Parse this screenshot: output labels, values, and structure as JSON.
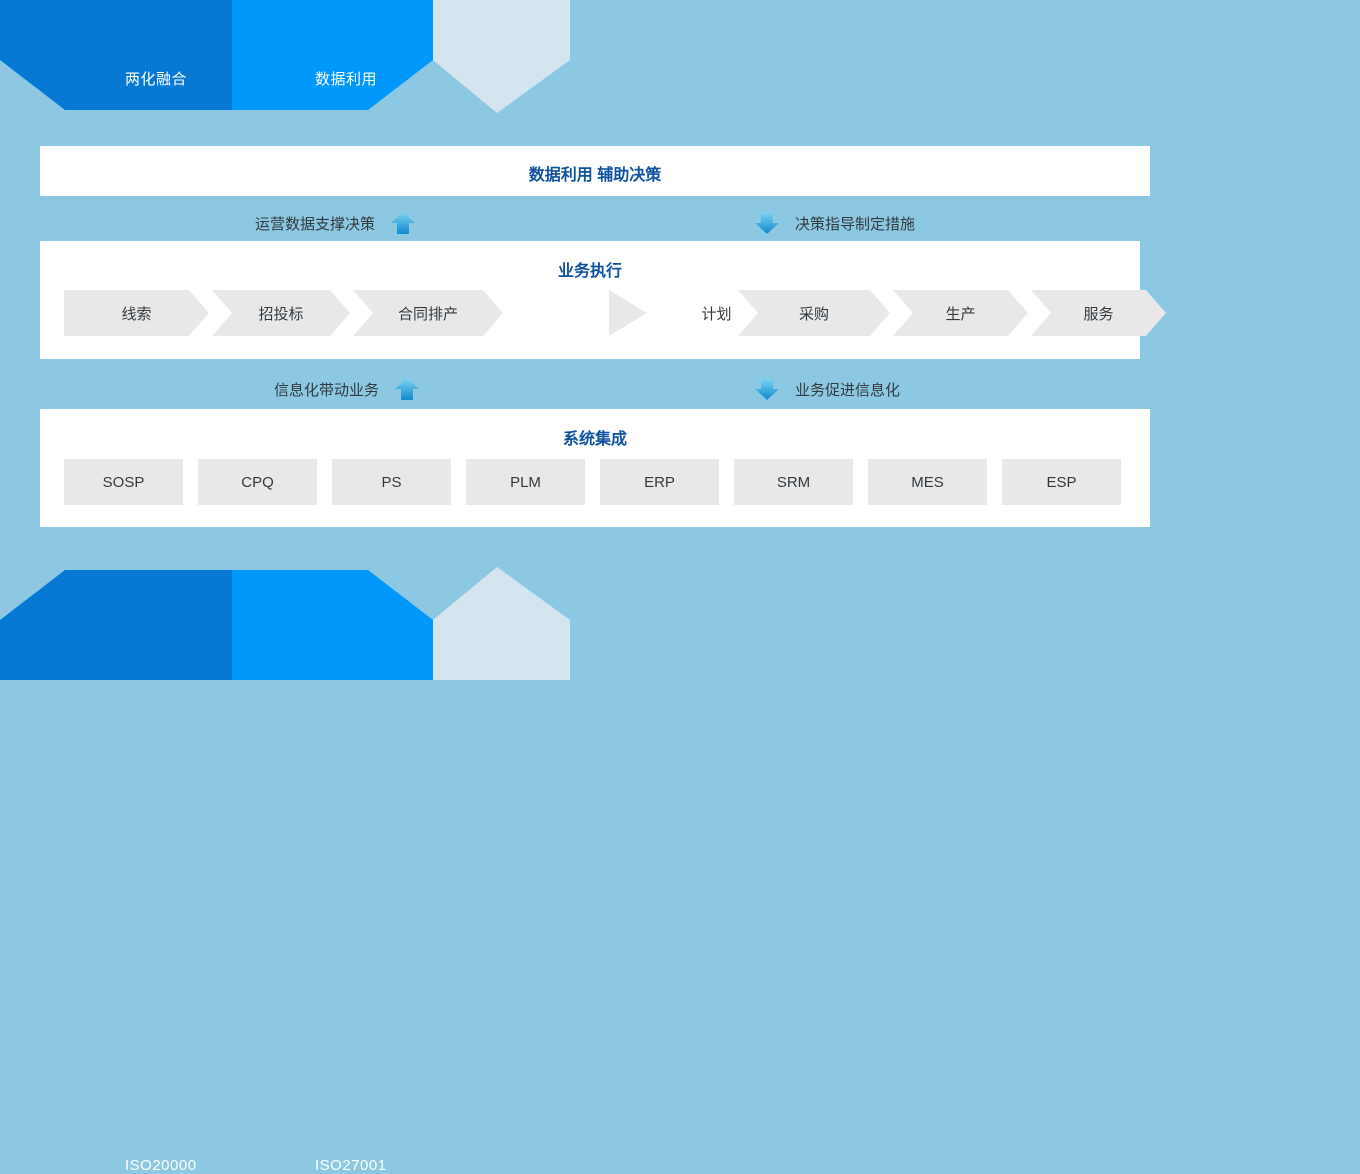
{
  "colors": {
    "background": "#8cc8e2",
    "panel": "#ffffff",
    "title_blue": "#10529f",
    "banner_dark_blue": "#0579d4",
    "banner_bright_blue": "#0098fa",
    "banner_pale_blue": "#d5e5ef",
    "chip_gray": "#e8e8e8",
    "text_dark": "#333a3f",
    "arrow_top": "#7fd4f0",
    "arrow_bottom": "#1189cf"
  },
  "top_banner": {
    "segments": [
      {
        "label": "两化融合",
        "color": "#0579d4"
      },
      {
        "label": "数据利用",
        "color": "#0098fa"
      },
      {
        "label": "",
        "color": "#d5e5ef"
      }
    ]
  },
  "bottom_banner": {
    "segments": [
      {
        "label": "ISO20000",
        "color": "#0579d4"
      },
      {
        "label": "ISO27001",
        "color": "#0098fa"
      },
      {
        "label": "",
        "color": "#d5e5ef"
      }
    ]
  },
  "decision_panel": {
    "title": "数据利用 辅助决策"
  },
  "connector_1": {
    "left_text": "运营数据支撑决策",
    "left_icon": "arrow-up-icon",
    "right_text": "决策指导制定措施",
    "right_icon": "arrow-down-icon"
  },
  "connector_2": {
    "left_text": "信息化带动业务",
    "left_icon": "arrow-up-icon",
    "right_text": "业务促进信息化",
    "right_icon": "arrow-down-icon"
  },
  "business_panel": {
    "title": "业务执行",
    "left_flow": [
      "线索",
      "招投标",
      "合同排产"
    ],
    "right_flow": [
      "计划",
      "采购",
      "生产",
      "服务"
    ]
  },
  "systems_panel": {
    "title": "系统集成",
    "systems": [
      "SOSP",
      "CPQ",
      "PS",
      "PLM",
      "ERP",
      "SRM",
      "MES",
      "ESP"
    ]
  }
}
